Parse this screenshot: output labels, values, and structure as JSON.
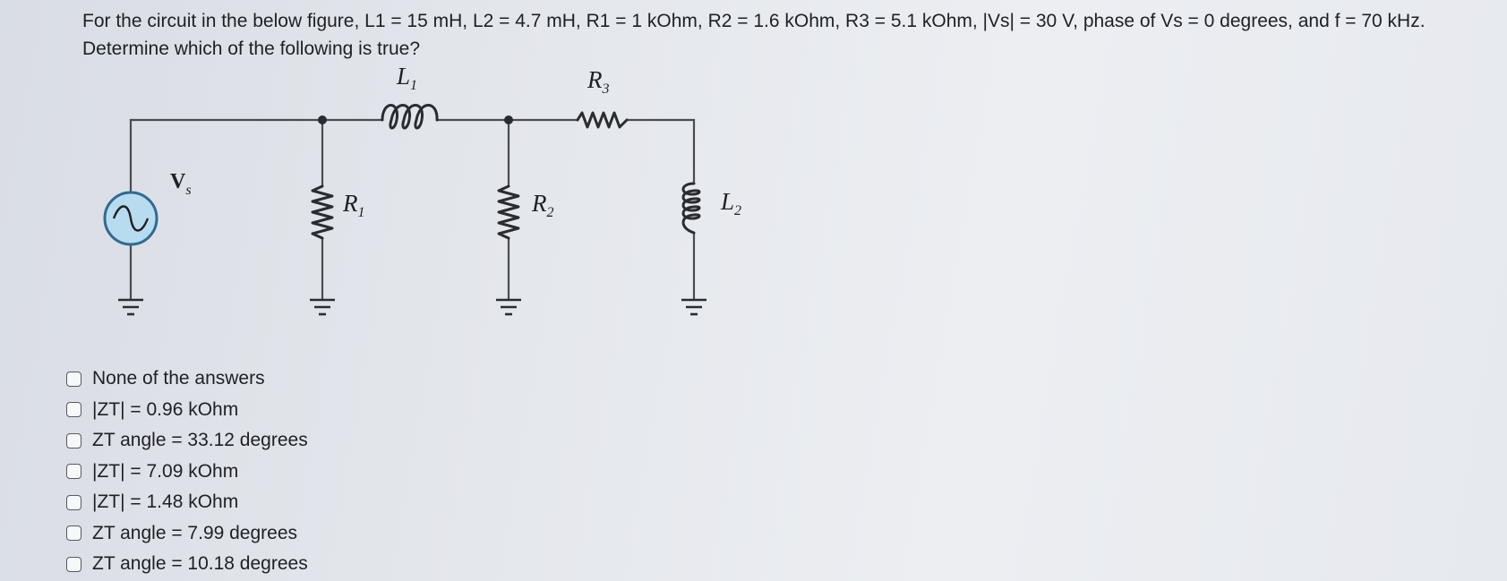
{
  "question": {
    "line1": "For the circuit in the below figure, L1 = 15 mH, L2 = 4.7 mH, R1 = 1 kOhm, R2 = 1.6 kOhm, R3 = 5.1 kOhm, |Vs| = 30 V, phase of Vs = 0 degrees, and f = 70 kHz.",
    "line2": "Determine which of the following is true?"
  },
  "circuit": {
    "vs_label_main": "V",
    "vs_label_sub": "s",
    "r1_label_main": "R",
    "r1_label_sub": "1",
    "r2_label_main": "R",
    "r2_label_sub": "2",
    "r3_label_main": "R",
    "r3_label_sub": "3",
    "l1_label_main": "L",
    "l1_label_sub": "1",
    "l2_label_main": "L",
    "l2_label_sub": "2",
    "source_color": "#b8dcef"
  },
  "options": [
    {
      "label": "None of the answers",
      "checked": false
    },
    {
      "label": "|ZT| = 0.96 kOhm",
      "checked": false
    },
    {
      "label": "ZT angle = 33.12 degrees",
      "checked": false
    },
    {
      "label": "|ZT| = 7.09 kOhm",
      "checked": false
    },
    {
      "label": "|ZT| = 1.48 kOhm",
      "checked": false
    },
    {
      "label": "ZT angle = 7.99 degrees",
      "checked": false
    },
    {
      "label": "ZT angle = 10.18 degrees",
      "checked": false
    }
  ]
}
